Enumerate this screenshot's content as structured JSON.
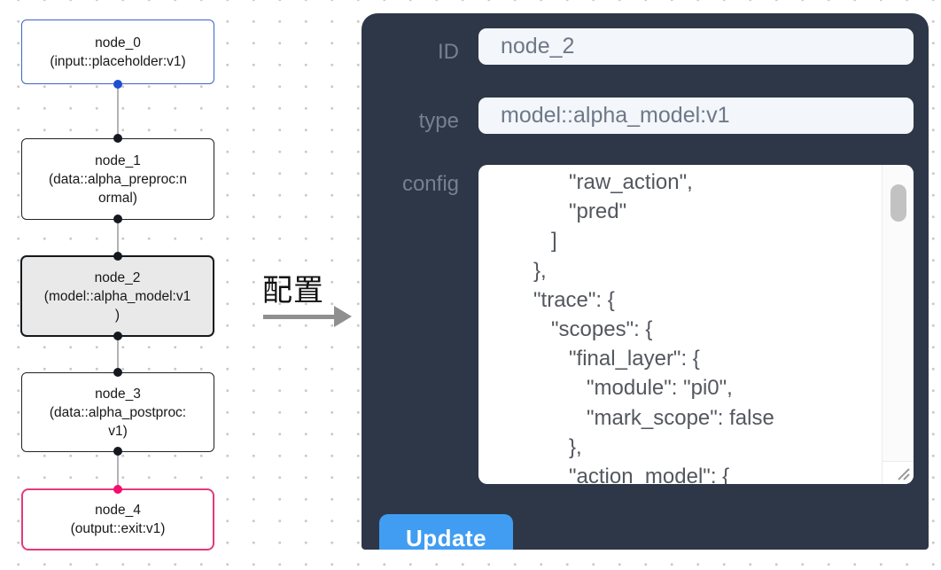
{
  "canvas": {
    "nodes": [
      {
        "id": "node_0",
        "title": "node_0",
        "subtitle": "(input::placeholder:v1)",
        "subtitle_lines": [
          "(input::placeholder:v1)"
        ],
        "kind": "input"
      },
      {
        "id": "node_1",
        "title": "node_1",
        "subtitle": "(data::alpha_preproc:normal)",
        "subtitle_lines": [
          "(data::alpha_preproc:n",
          "ormal)"
        ],
        "kind": "default"
      },
      {
        "id": "node_2",
        "title": "node_2",
        "subtitle": "(model::alpha_model:v1)",
        "subtitle_lines": [
          "(model::alpha_model:v1",
          ")"
        ],
        "kind": "default",
        "selected": true
      },
      {
        "id": "node_3",
        "title": "node_3",
        "subtitle": "(data::alpha_postproc:v1)",
        "subtitle_lines": [
          "(data::alpha_postproc:",
          "v1)"
        ],
        "kind": "default"
      },
      {
        "id": "node_4",
        "title": "node_4",
        "subtitle": "(output::exit:v1)",
        "subtitle_lines": [
          "(output::exit:v1)"
        ],
        "kind": "output"
      }
    ]
  },
  "transfer": {
    "label": "配置"
  },
  "panel": {
    "fields": {
      "id": {
        "label": "ID",
        "value": "node_2"
      },
      "type": {
        "label": "type",
        "value": "model::alpha_model:v1"
      },
      "config": {
        "label": "config",
        "lines": [
          "            \"raw_action\",",
          "            \"pred\"",
          "         ]",
          "      },",
          "      \"trace\": {",
          "         \"scopes\": {",
          "            \"final_layer\": {",
          "               \"module\": \"pi0\",",
          "               \"mark_scope\": false",
          "            },",
          "            \"action_model\": {"
        ]
      }
    },
    "update_label": "Update"
  },
  "colors": {
    "panel-bg": "#2d3748",
    "field-bg": "#f3f6fb",
    "field-text": "#6e7887",
    "label-text": "#77808f",
    "config-text": "#53575e",
    "button-bg": "#419df2",
    "button-text": "#ffffff",
    "node-border": "#1f2227",
    "node-input-border": "#3b63c8",
    "node-output-border": "#e23a7d",
    "node-selected-bg": "#e9e9e9",
    "handle-dark": "#14181f",
    "handle-blue": "#1e4fd0",
    "handle-pink": "#f60d6e",
    "connector": "#b3b3b3",
    "arrow-gray": "#8f8f8f",
    "canvas-dot": "#c9c9c9"
  }
}
